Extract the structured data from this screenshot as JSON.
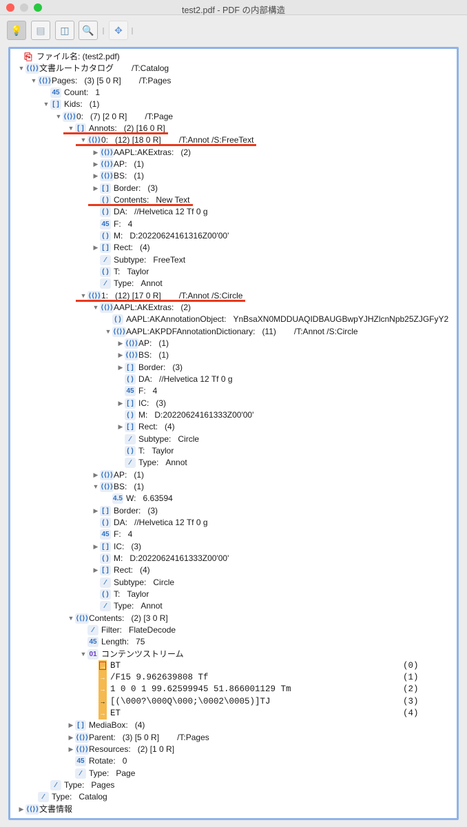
{
  "window": {
    "title": "test2.pdf - PDF の内部構造"
  },
  "toolbar": {
    "buttons": [
      "info",
      "page",
      "layout",
      "search",
      "navigate"
    ]
  },
  "tree": [
    {
      "l": 0,
      "t": "n",
      "i": "pdf",
      "label": "ファイル名: (test2.pdf)"
    },
    {
      "l": 0,
      "t": "o",
      "i": "dict",
      "label": "文書ルートカタログ",
      "type": "/T:Catalog"
    },
    {
      "l": 1,
      "t": "o",
      "i": "dict",
      "label": "Pages:",
      "value": "(3) [5 0 R]",
      "type": "/T:Pages"
    },
    {
      "l": 2,
      "t": "n",
      "i": "num",
      "label": "Count:",
      "value": "1"
    },
    {
      "l": 2,
      "t": "o",
      "i": "arr",
      "label": "Kids:",
      "value": "(1)"
    },
    {
      "l": 3,
      "t": "o",
      "i": "dict",
      "label": "0:",
      "value": "(7) [2 0 R]",
      "type": "/T:Page"
    },
    {
      "l": 4,
      "t": "o",
      "i": "arr",
      "label": "Annots:",
      "value": "(2) [16 0 R]",
      "hl": true
    },
    {
      "l": 5,
      "t": "o",
      "i": "dict",
      "label": "0:",
      "value": "(12) [18 0 R]",
      "type": "/T:Annot  /S:FreeText",
      "hl": true
    },
    {
      "l": 6,
      "t": "c",
      "i": "dict",
      "label": "AAPL:AKExtras:",
      "value": "(2)"
    },
    {
      "l": 6,
      "t": "c",
      "i": "dict",
      "label": "AP:",
      "value": "(1)"
    },
    {
      "l": 6,
      "t": "c",
      "i": "dict",
      "label": "BS:",
      "value": "(1)"
    },
    {
      "l": 6,
      "t": "c",
      "i": "arr",
      "label": "Border:",
      "value": "(3)"
    },
    {
      "l": 6,
      "t": "n",
      "i": "str",
      "label": "Contents:",
      "value": "New Text",
      "hl": true
    },
    {
      "l": 6,
      "t": "n",
      "i": "str",
      "label": "DA:",
      "value": "//Helvetica 12 Tf 0 g"
    },
    {
      "l": 6,
      "t": "n",
      "i": "num",
      "label": "F:",
      "value": "4"
    },
    {
      "l": 6,
      "t": "n",
      "i": "str",
      "label": "M:",
      "value": "D:20220624161316Z00'00'"
    },
    {
      "l": 6,
      "t": "c",
      "i": "arr",
      "label": "Rect:",
      "value": "(4)"
    },
    {
      "l": 6,
      "t": "n",
      "i": "name",
      "label": "Subtype:",
      "value": "FreeText"
    },
    {
      "l": 6,
      "t": "n",
      "i": "str",
      "label": "T:",
      "value": "Taylor"
    },
    {
      "l": 6,
      "t": "n",
      "i": "name",
      "label": "Type:",
      "value": "Annot"
    },
    {
      "l": 5,
      "t": "o",
      "i": "dict",
      "label": "1:",
      "value": "(12) [17 0 R]",
      "type": "/T:Annot  /S:Circle",
      "hl": true
    },
    {
      "l": 6,
      "t": "o",
      "i": "dict",
      "label": "AAPL:AKExtras:",
      "value": "(2)"
    },
    {
      "l": 7,
      "t": "n",
      "i": "str",
      "label": "AAPL:AKAnnotationObject:",
      "value": "YnBsaXN0MDDUAQIDBAUGBwpYJHZlcnNpb25ZJGFyY2"
    },
    {
      "l": 7,
      "t": "o",
      "i": "dict",
      "label": "AAPL:AKPDFAnnotationDictionary:",
      "value": "(11)",
      "type": "/T:Annot  /S:Circle"
    },
    {
      "l": 8,
      "t": "c",
      "i": "dict",
      "label": "AP:",
      "value": "(1)"
    },
    {
      "l": 8,
      "t": "c",
      "i": "dict",
      "label": "BS:",
      "value": "(1)"
    },
    {
      "l": 8,
      "t": "c",
      "i": "arr",
      "label": "Border:",
      "value": "(3)"
    },
    {
      "l": 8,
      "t": "n",
      "i": "str",
      "label": "DA:",
      "value": "//Helvetica 12 Tf 0 g"
    },
    {
      "l": 8,
      "t": "n",
      "i": "num",
      "label": "F:",
      "value": "4"
    },
    {
      "l": 8,
      "t": "c",
      "i": "arr",
      "label": "IC:",
      "value": "(3)"
    },
    {
      "l": 8,
      "t": "n",
      "i": "str",
      "label": "M:",
      "value": "D:20220624161333Z00'00'"
    },
    {
      "l": 8,
      "t": "c",
      "i": "arr",
      "label": "Rect:",
      "value": "(4)"
    },
    {
      "l": 8,
      "t": "n",
      "i": "name",
      "label": "Subtype:",
      "value": "Circle"
    },
    {
      "l": 8,
      "t": "n",
      "i": "str",
      "label": "T:",
      "value": "Taylor"
    },
    {
      "l": 8,
      "t": "n",
      "i": "name",
      "label": "Type:",
      "value": "Annot"
    },
    {
      "l": 6,
      "t": "c",
      "i": "dict",
      "label": "AP:",
      "value": "(1)"
    },
    {
      "l": 6,
      "t": "o",
      "i": "dict",
      "label": "BS:",
      "value": "(1)"
    },
    {
      "l": 7,
      "t": "n",
      "i": "real",
      "label": "W:",
      "value": "6.63594"
    },
    {
      "l": 6,
      "t": "c",
      "i": "arr",
      "label": "Border:",
      "value": "(3)"
    },
    {
      "l": 6,
      "t": "n",
      "i": "str",
      "label": "DA:",
      "value": "//Helvetica 12 Tf 0 g"
    },
    {
      "l": 6,
      "t": "n",
      "i": "num",
      "label": "F:",
      "value": "4"
    },
    {
      "l": 6,
      "t": "c",
      "i": "arr",
      "label": "IC:",
      "value": "(3)"
    },
    {
      "l": 6,
      "t": "n",
      "i": "str",
      "label": "M:",
      "value": "D:20220624161333Z00'00'"
    },
    {
      "l": 6,
      "t": "c",
      "i": "arr",
      "label": "Rect:",
      "value": "(4)"
    },
    {
      "l": 6,
      "t": "n",
      "i": "name",
      "label": "Subtype:",
      "value": "Circle"
    },
    {
      "l": 6,
      "t": "n",
      "i": "str",
      "label": "T:",
      "value": "Taylor"
    },
    {
      "l": 6,
      "t": "n",
      "i": "name",
      "label": "Type:",
      "value": "Annot"
    },
    {
      "l": 4,
      "t": "o",
      "i": "dict",
      "label": "Contents:",
      "value": "(2) [3 0 R]"
    },
    {
      "l": 5,
      "t": "n",
      "i": "name",
      "label": "Filter:",
      "value": "FlateDecode"
    },
    {
      "l": 5,
      "t": "n",
      "i": "num",
      "label": "Length:",
      "value": "75"
    },
    {
      "l": 5,
      "t": "o",
      "i": "stream",
      "label": "コンテンツストリーム"
    },
    {
      "stream": true
    },
    {
      "stream": true
    },
    {
      "stream": true
    },
    {
      "stream": true
    },
    {
      "stream": true
    },
    {
      "l": 4,
      "t": "c",
      "i": "arr",
      "label": "MediaBox:",
      "value": "(4)"
    },
    {
      "l": 4,
      "t": "c",
      "i": "dict",
      "label": "Parent:",
      "value": "(3) [5 0 R]",
      "type": "/T:Pages"
    },
    {
      "l": 4,
      "t": "c",
      "i": "dict",
      "label": "Resources:",
      "value": "(2) [1 0 R]"
    },
    {
      "l": 4,
      "t": "n",
      "i": "num",
      "label": "Rotate:",
      "value": "0"
    },
    {
      "l": 4,
      "t": "n",
      "i": "name",
      "label": "Type:",
      "value": "Page"
    },
    {
      "l": 2,
      "t": "n",
      "i": "name",
      "label": "Type:",
      "value": "Pages"
    },
    {
      "l": 1,
      "t": "n",
      "i": "name",
      "label": "Type:",
      "value": "Catalog"
    },
    {
      "l": 0,
      "t": "c",
      "i": "dict",
      "label": "文書情報"
    }
  ],
  "stream": [
    {
      "code": "BT",
      "index": "(0)"
    },
    {
      "code": "/F15 9.962639808 Tf",
      "index": "(1)"
    },
    {
      "code": "1 0 0 1 99.62599945 51.866001129 Tm",
      "index": "(2)"
    },
    {
      "code": "[(\\000?\\000Q\\000;\\0002\\0005)]TJ",
      "index": "(3)"
    },
    {
      "code": "ET",
      "index": "(4)"
    }
  ],
  "icons": {
    "dict": "⟨⟨⟩⟩",
    "arr": "[ ]",
    "str": "( )",
    "num": "45",
    "real": "4.5",
    "name": "⁄",
    "stream": "01",
    "pdf": "⎘"
  },
  "colors": {
    "highlight": "#e8391c",
    "stream_bar": "#f5b94e",
    "focus": "#8fb3e8"
  }
}
